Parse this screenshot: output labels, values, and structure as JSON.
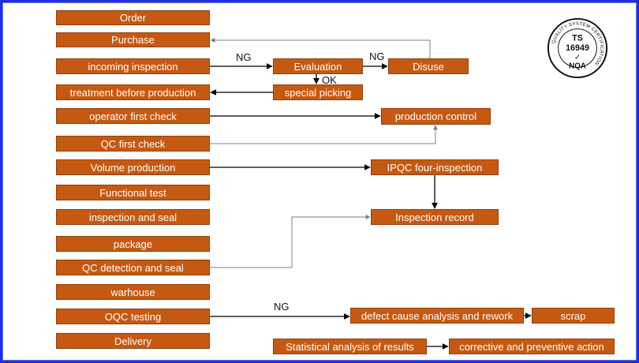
{
  "left_steps": [
    "Order",
    "Purchase",
    "incoming inspection",
    "treatment before production",
    "operator first check",
    "QC first check",
    "Volume production",
    "Functional test",
    "inspection and seal",
    "package",
    "QC detection and seal",
    "warhouse",
    "OQC testing",
    "Delivery"
  ],
  "side_boxes": {
    "evaluation": "Evaluation",
    "disuse": "Disuse",
    "special_picking": "special picking",
    "production_control": "production control",
    "ipqc": "IPQC four-inspection",
    "inspection_record": "Inspection record",
    "defect_analysis": "defect cause analysis and rework",
    "scrap": "scrap",
    "statistical_analysis": "Statistical analysis of results",
    "corrective_action": "corrective and preventive action"
  },
  "edge_labels": {
    "ng_incoming": "NG",
    "ng_evaluation": "NG",
    "ok_evaluation": "OK",
    "ng_oqc": "NG"
  },
  "certificate": {
    "ring_text": "QUALITY SYSTEM CERTIFICATION",
    "line1": "TS",
    "line2": "16949",
    "mark": "✓",
    "issuer": "NQA"
  },
  "colors": {
    "box_fill": "#c65911",
    "box_text": "#ffffff",
    "frame": "#1f2fd8",
    "arrow": "#000000",
    "connector_gray": "#7f7f7f"
  }
}
